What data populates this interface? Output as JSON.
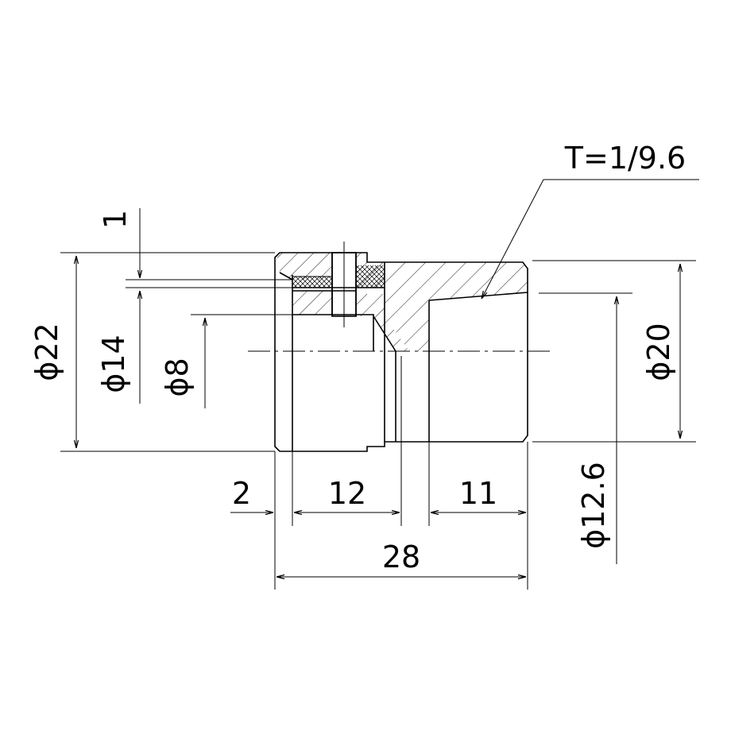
{
  "dimensions": {
    "dia_outer": "ϕ22",
    "dia_bore": "ϕ14",
    "dia_small": "ϕ8",
    "dia_shank": "ϕ20",
    "dia_taper_end": "ϕ12.6",
    "step": "1",
    "len_chamfer": "2",
    "len_head": "12",
    "len_tail": "11",
    "len_total": "28"
  },
  "annotation": {
    "taper": "T=1/9.6"
  }
}
